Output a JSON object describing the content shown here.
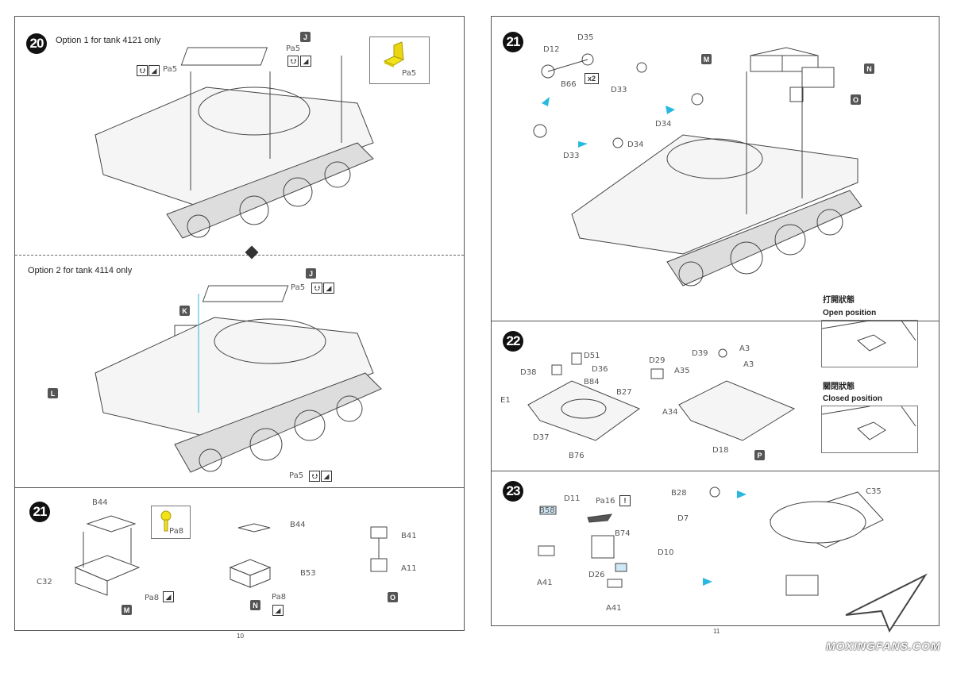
{
  "left_page": {
    "page_number": "10",
    "step20": {
      "number": "20",
      "option1": "Option 1 for tank 4121 only",
      "option2": "Option 2 for tank 4114 only",
      "callout_part": "Pa5",
      "labels": {
        "J": "J",
        "K": "K",
        "L": "L",
        "pa5": "Pa5"
      }
    },
    "step21": {
      "number": "21",
      "callout_part": "Pa8",
      "labels": {
        "B44": "B44",
        "C32": "C32",
        "Pa8": "Pa8",
        "M": "M",
        "B53": "B53",
        "N": "N",
        "B41": "B41",
        "A11": "A11",
        "O": "O"
      }
    }
  },
  "right_page": {
    "page_number": "11",
    "step21": {
      "number": "21",
      "labels": {
        "D12": "D12",
        "D35": "D35",
        "B66": "B66",
        "x2": "x2",
        "D33": "D33",
        "D34": "D34",
        "M": "M",
        "N": "N",
        "O": "O"
      }
    },
    "step22": {
      "number": "22",
      "labels": {
        "D51": "D51",
        "D38": "D38",
        "D36": "D36",
        "B84": "B84",
        "B27": "B27",
        "E1": "E1",
        "D37": "D37",
        "B76": "B76",
        "D29": "D29",
        "D39": "D39",
        "A3": "A3",
        "A35": "A35",
        "A34": "A34",
        "D18": "D18",
        "P": "P"
      },
      "open_cn": "打開狀態",
      "open_en": "Open position",
      "closed_cn": "關閉狀態",
      "closed_en": "Closed position"
    },
    "step23": {
      "number": "23",
      "labels": {
        "D11": "D11",
        "Pa16": "Pa16",
        "B58": "B58",
        "B74": "B74",
        "D10": "D10",
        "D26": "D26",
        "A41": "A41",
        "B28": "B28",
        "D7": "D7",
        "C35": "C35"
      }
    }
  },
  "watermark": "MOXINGFANS.COM",
  "colors": {
    "photoetch_yellow": "#f2e21a",
    "arrow_cyan": "#29b8e0",
    "tag_gray": "#555555"
  }
}
